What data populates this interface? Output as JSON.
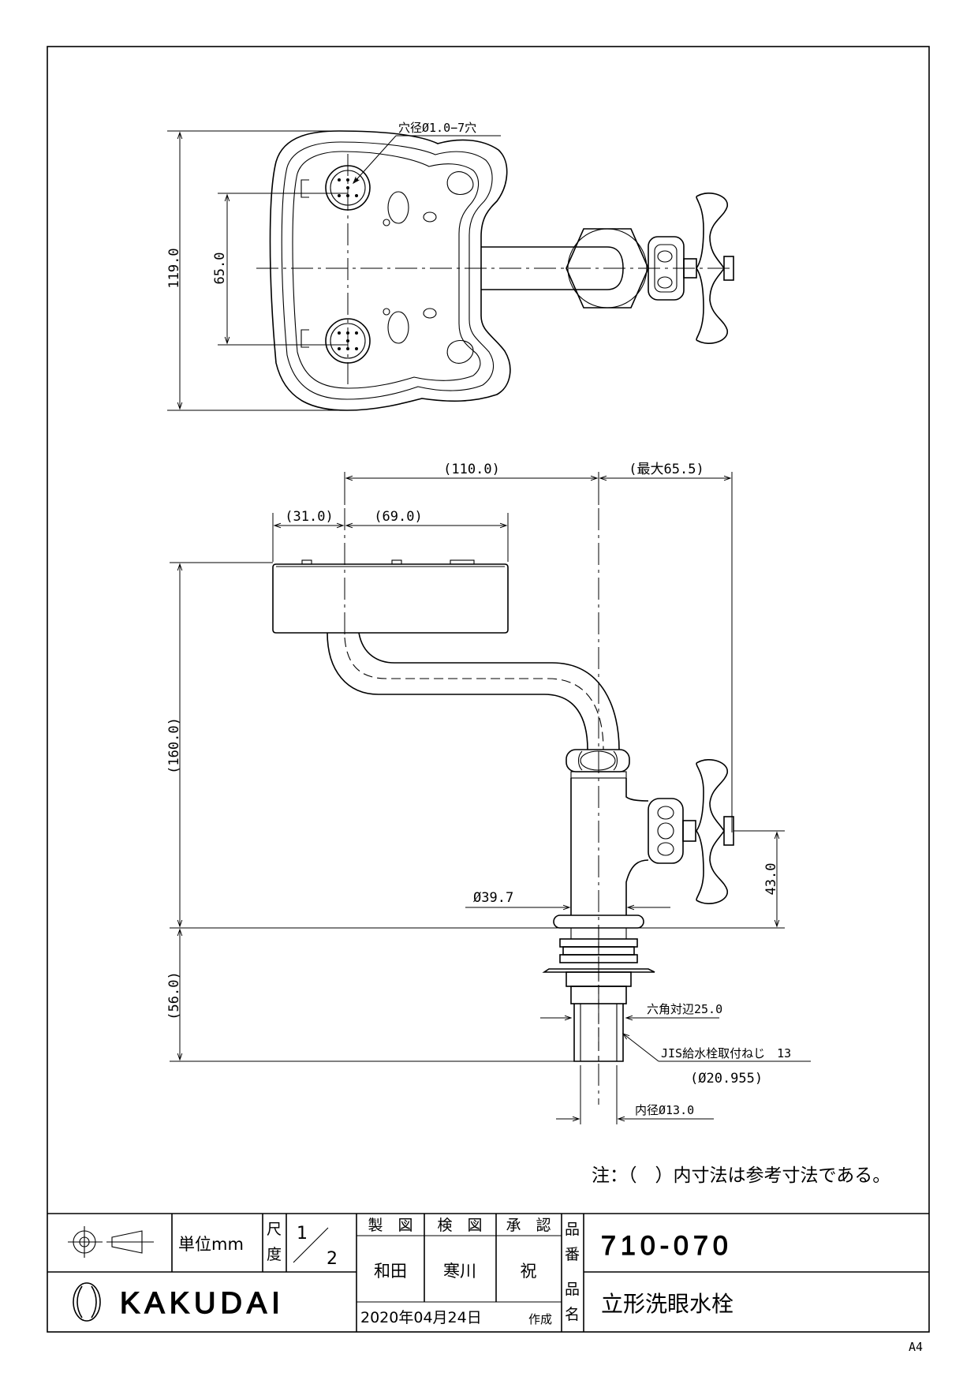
{
  "dimensions": {
    "plan_height": "119.0",
    "plan_nozzle_pitch": "65.0",
    "hole_note": "穴径Ø1.0−7穴",
    "reach_total": "(110.0)",
    "handle_max": "(最大65.5)",
    "bowl_left": "(31.0)",
    "bowl_right": "(69.0)",
    "height_total": "(160.0)",
    "handle_height": "43.0",
    "body_dia": "Ø39.7",
    "below_deck": "(56.0)",
    "hex": "六角対辺25.0",
    "thread": "JIS給水栓取付ねじ　13",
    "thread_dia": "(Ø20.955)",
    "inner_dia": "内径Ø13.0"
  },
  "note": "注：（　）内寸法は参考寸法である。",
  "title_block": {
    "unit": "単位mm",
    "scale_label_1": "尺",
    "scale_label_2": "度",
    "scale_num": "1",
    "scale_den": "2",
    "drawn_label": "製　図",
    "checked_label": "検　図",
    "approved_label": "承　認",
    "drawn_by": "和田",
    "checked_by": "寒川",
    "approved_by": "祝",
    "date": "2020年04月24日",
    "date_suffix": "作成",
    "part_no_label_1": "品",
    "part_no_label_2": "番",
    "part_no": "710-070",
    "name_label_1": "品",
    "name_label_2": "名",
    "product_name": "立形洗眼水栓",
    "brand": "KAKUDAI"
  },
  "paper_size": "A4"
}
